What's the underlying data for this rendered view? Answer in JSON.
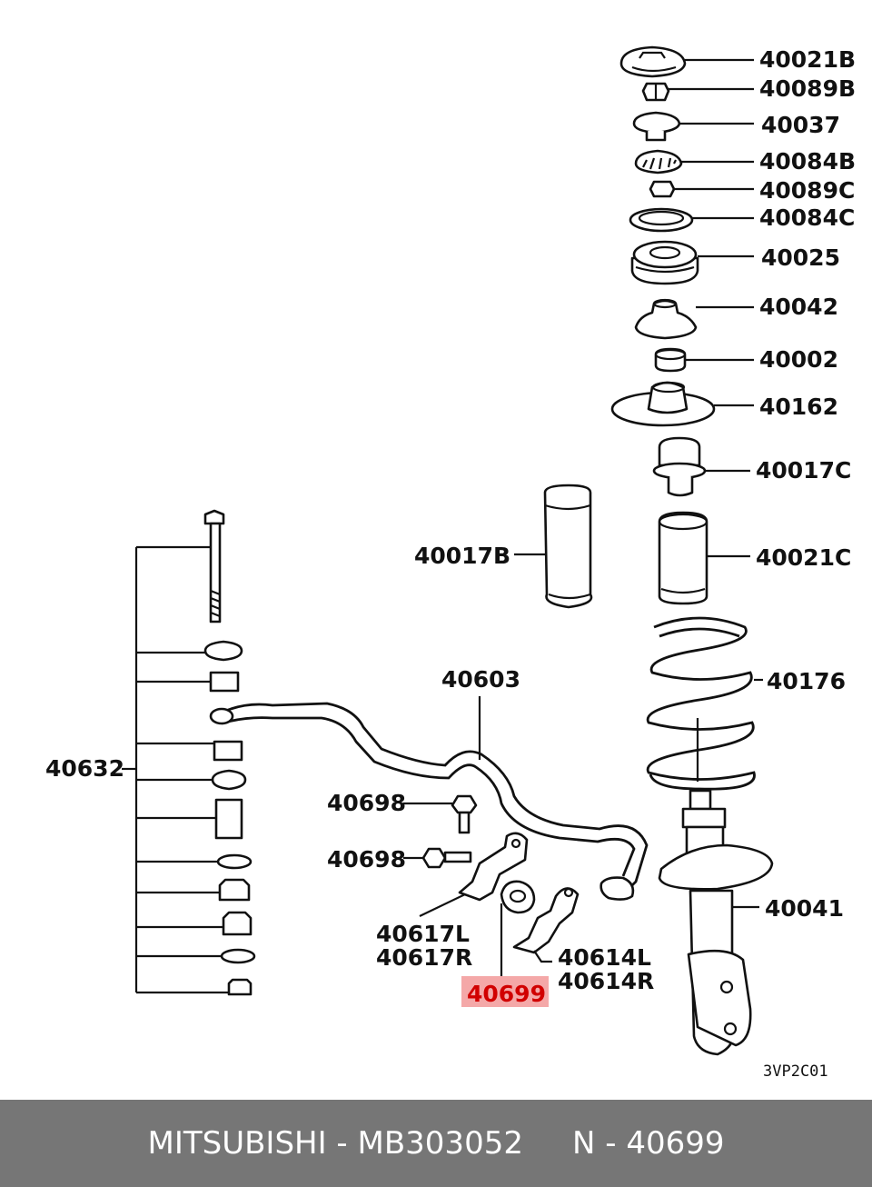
{
  "labels": {
    "p40021B": "40021B",
    "p40089B": "40089B",
    "p40037": "40037",
    "p40084B": "40084B",
    "p40089C": "40089C",
    "p40084C": "40084C",
    "p40025": "40025",
    "p40042": "40042",
    "p40002": "40002",
    "p40162": "40162",
    "p40017C": "40017C",
    "p40017B": "40017B",
    "p40021C": "40021C",
    "p40176": "40176",
    "p40603": "40603",
    "p40632": "40632",
    "p40698a": "40698",
    "p40698b": "40698",
    "p40617L": "40617L",
    "p40617R": "40617R",
    "p40614L": "40614L",
    "p40614R": "40614R",
    "p40699": "40699",
    "p40041": "40041"
  },
  "highlight": {
    "part": "40699",
    "color": "#f4a8a8",
    "text_color": "#d10000"
  },
  "diagram_code": "3VP2C01",
  "footer": {
    "text": "MITSUBISHI - MB303052     N - 40699",
    "background": "#767676"
  }
}
